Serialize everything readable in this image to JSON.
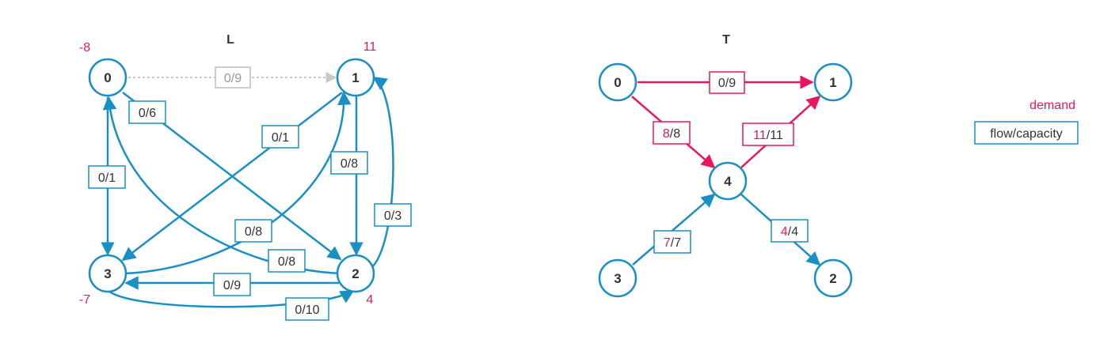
{
  "left_graph": {
    "title": "L",
    "nodes": [
      {
        "id": "0",
        "label": "0",
        "demand": "-8"
      },
      {
        "id": "1",
        "label": "1",
        "demand": "11"
      },
      {
        "id": "2",
        "label": "2",
        "demand": "4"
      },
      {
        "id": "3",
        "label": "3",
        "demand": "-7"
      }
    ],
    "edges": [
      {
        "from": "0",
        "to": "1",
        "label": "0/9",
        "style": "dashed-gray"
      },
      {
        "from": "0",
        "to": "2",
        "label": "0/6"
      },
      {
        "from": "0",
        "to": "3",
        "label": "0/1"
      },
      {
        "from": "1",
        "to": "3",
        "label": "0/1"
      },
      {
        "from": "1",
        "to": "2",
        "label": "0/8"
      },
      {
        "from": "2",
        "to": "1",
        "label": "0/3"
      },
      {
        "from": "3",
        "to": "1",
        "label": "0/8"
      },
      {
        "from": "2",
        "to": "0",
        "label": "0/8"
      },
      {
        "from": "2",
        "to": "3",
        "label": "0/9"
      },
      {
        "from": "3",
        "to": "2",
        "label": "0/10"
      }
    ]
  },
  "right_graph": {
    "title": "T",
    "nodes": [
      {
        "id": "0",
        "label": "0"
      },
      {
        "id": "1",
        "label": "1"
      },
      {
        "id": "2",
        "label": "2"
      },
      {
        "id": "3",
        "label": "3"
      },
      {
        "id": "4",
        "label": "4"
      }
    ],
    "edges": [
      {
        "from": "0",
        "to": "1",
        "label": "0/9",
        "style": "pink"
      },
      {
        "from": "0",
        "to": "4",
        "flow": "8",
        "capacity": "/8",
        "style": "pink"
      },
      {
        "from": "4",
        "to": "1",
        "flow": "11",
        "capacity": "/11",
        "style": "pink"
      },
      {
        "from": "3",
        "to": "4",
        "flow": "7",
        "capacity": "/7"
      },
      {
        "from": "4",
        "to": "2",
        "flow": "4",
        "capacity": "/4"
      }
    ]
  },
  "legend": {
    "demand_label": "demand",
    "flow_capacity_label": "flow/capacity"
  },
  "colors": {
    "edge_blue": "#1a8fc4",
    "highlight_pink": "#e8175d",
    "inactive_gray": "#c8c8c8"
  }
}
